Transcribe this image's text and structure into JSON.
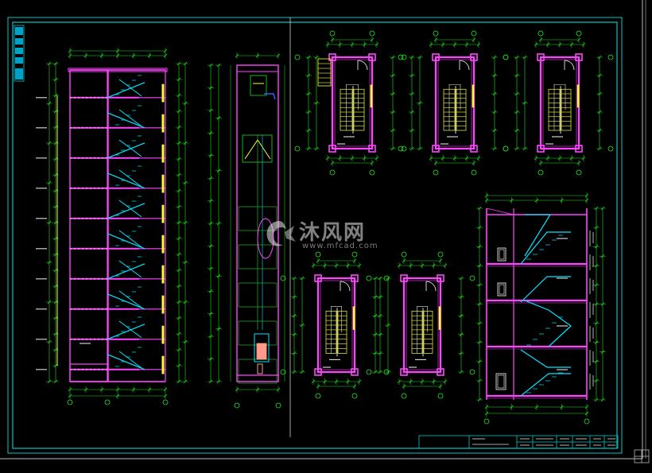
{
  "colors": {
    "background": "#000000",
    "frame": "#00c8c8",
    "wall": "#ff44ff",
    "stair": "#00e5ff",
    "dimension": "#22dd22",
    "highlight": "#ffff33",
    "text": "#e0e0e0",
    "door": "#ffffff",
    "elevator_accent": "#ff9a8a",
    "axis": "#22ee22"
  },
  "watermark": {
    "text": "沐风网",
    "url": "www.mfcad.com",
    "logo_icon": "mfcad-logo-icon"
  },
  "drawing_views": [
    {
      "name": "stair-section-view",
      "icon": "stair-section"
    },
    {
      "name": "elevator-section-view",
      "icon": "elevator-shaft"
    },
    {
      "name": "stair-plan-top-left",
      "icon": "stair-plan"
    },
    {
      "name": "stair-plan-top-middle",
      "icon": "stair-plan"
    },
    {
      "name": "stair-plan-top-right",
      "icon": "stair-plan"
    },
    {
      "name": "stair-plan-bottom-left",
      "icon": "stair-plan"
    },
    {
      "name": "stair-plan-bottom-middle",
      "icon": "stair-plan"
    },
    {
      "name": "stair-detail-section",
      "icon": "stair-section"
    }
  ]
}
